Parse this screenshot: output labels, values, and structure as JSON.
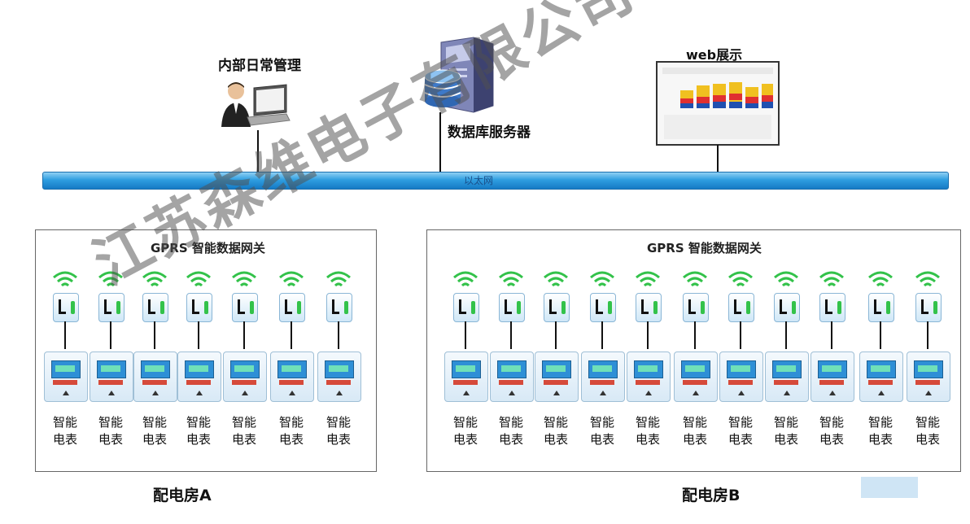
{
  "top": {
    "user_label": "内部日常管理",
    "server_label": "数据库服务器",
    "web_label": "web展示"
  },
  "network": {
    "bus_label": "以太网"
  },
  "rooms": [
    {
      "gateway_label": "GPRS 智能数据网关",
      "meter_line1": "智能",
      "meter_line2": "电表",
      "meter_count": 7,
      "footer": "配电房A"
    },
    {
      "gateway_label": "GPRS 智能数据网关",
      "meter_line1": "智能",
      "meter_line2": "电表",
      "meter_count": 11,
      "footer": "配电房B"
    }
  ],
  "watermark": "江苏森维电子有限公司",
  "colors": {
    "bus": "#2f9ee0",
    "wifi": "#33c24a",
    "meter_screen": "#2e8fd6",
    "meter_bar": "#d64a3a"
  },
  "icons": {
    "user": "person-laptop-icon",
    "server": "database-server-icon",
    "web": "dashboard-display-icon",
    "wireless": "wifi-signal-icon",
    "gateway": "gprs-gateway-icon",
    "meter": "smart-meter-icon"
  }
}
